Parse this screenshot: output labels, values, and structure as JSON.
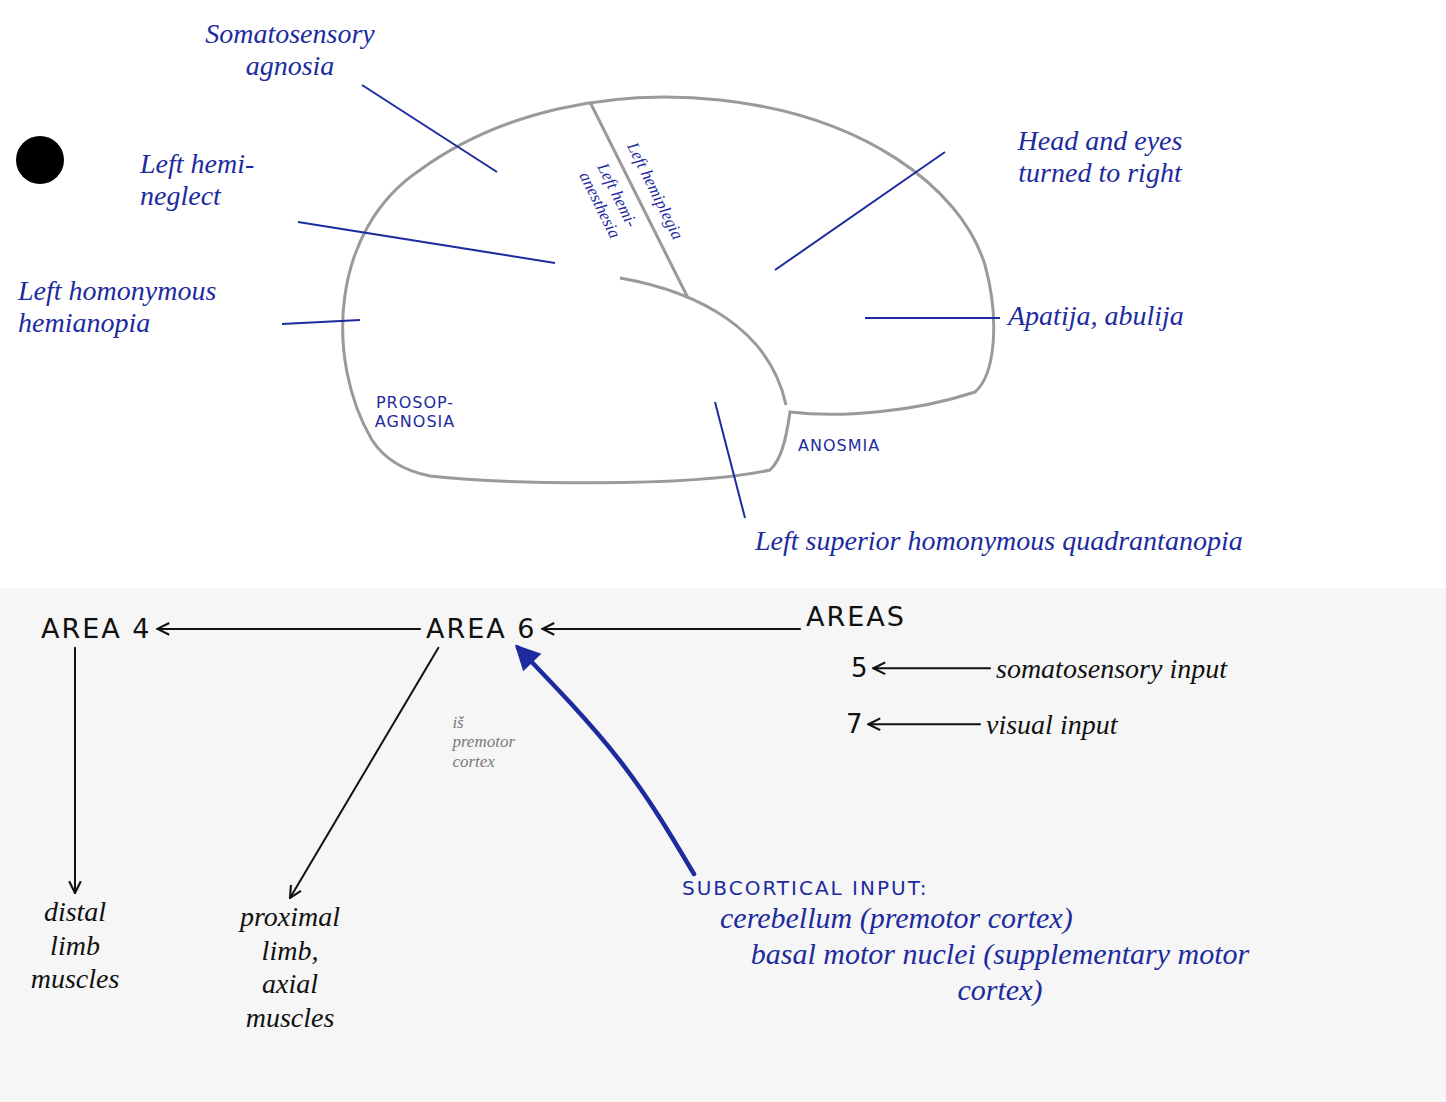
{
  "diagram": {
    "nodes": [
      {
        "text": [
          "AREA 4"
        ]
      },
      {
        "text": [
          "AREA 6"
        ]
      },
      {
        "text": [
          "AREAS"
        ]
      },
      {
        "text": [
          "5"
        ],
        "in": 2
      },
      {
        "text": [
          "somatosensory input"
        ]
      },
      {
        "text": [
          "7"
        ],
        "in": 2
      },
      {
        "text": [
          "visual input"
        ]
      },
      {
        "text": [
          "distal limb muscles"
        ]
      },
      {
        "text": [
          "proximal limb, axial muscles"
        ]
      },
      {
        "text": [
          "SUBCORTICAL INPUT:",
          "cerebellum (premotor cortex)",
          "basal motor nuclei (supplementary motor cortex)"
        ]
      }
    ],
    "edges": [
      {
        "from": 1,
        "to": 0,
        "arrow": "to"
      },
      {
        "from": 2,
        "to": 1,
        "arrow": "to"
      },
      {
        "from": 4,
        "to": 3,
        "arrow": "to"
      },
      {
        "from": 6,
        "to": 5,
        "arrow": "to"
      },
      {
        "from": 0,
        "to": 7,
        "arrow": "to"
      },
      {
        "from": 1,
        "to": 8,
        "arrow": "to",
        "label": "iš premotor cortex"
      },
      {
        "from": 9,
        "to": 1,
        "arrow": "to"
      }
    ],
    "labels": [
      "Somatosensory agnosia",
      "Left hemi- neglect",
      "Left homonymous hemianopia",
      "PROSOP- AGNOSIA",
      "Left hemi- anesthesia",
      "Left hemiplegia",
      "Head and eyes turned to right",
      "Apatija, abulija",
      "ANOSMIA",
      "Left superior homonymous quadrantanopia"
    ]
  }
}
